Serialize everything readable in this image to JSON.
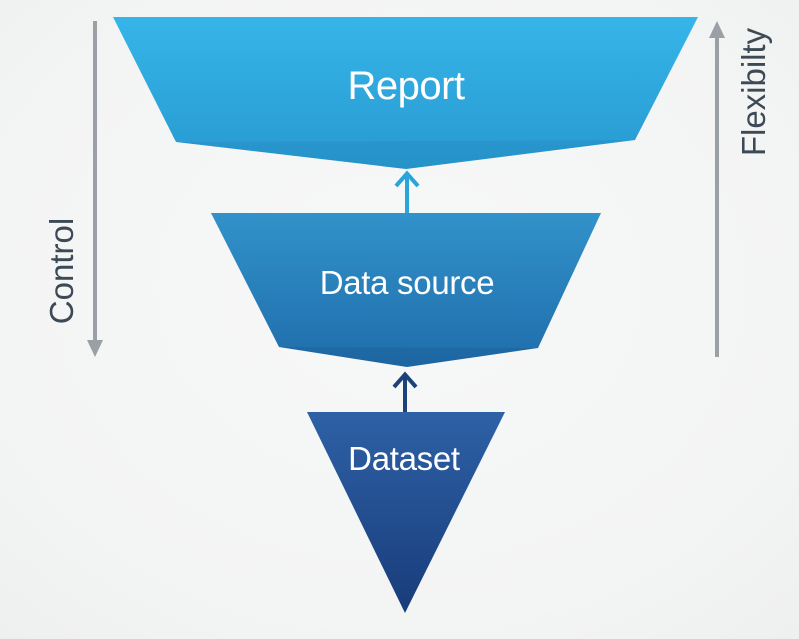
{
  "diagram": {
    "name": "report-datasource-dataset-funnel",
    "background_color": "#f4f5f5",
    "levels": [
      {
        "id": "report",
        "label": "Report",
        "gradient_top": "#36b5e8",
        "gradient_bottom": "#2799d1"
      },
      {
        "id": "data-source",
        "label": "Data source",
        "gradient_top": "#3292ca",
        "gradient_bottom": "#1f6dab"
      },
      {
        "id": "dataset",
        "label": "Dataset",
        "gradient_top": "#2e61a6",
        "gradient_bottom": "#183c7a"
      }
    ],
    "arrows": [
      {
        "id": "arrow-datasource-to-report",
        "direction": "up",
        "color": "#29a5d9"
      },
      {
        "id": "arrow-dataset-to-datasource",
        "direction": "up",
        "color": "#1d4179"
      }
    ],
    "axes": {
      "left": {
        "label": "Control",
        "direction": "down",
        "line_color": "#9aa0a6",
        "label_color": "#3d4a55"
      },
      "right": {
        "label": "Flexibilty",
        "direction": "up",
        "line_color": "#9aa0a6",
        "label_color": "#3d4a55"
      }
    }
  }
}
